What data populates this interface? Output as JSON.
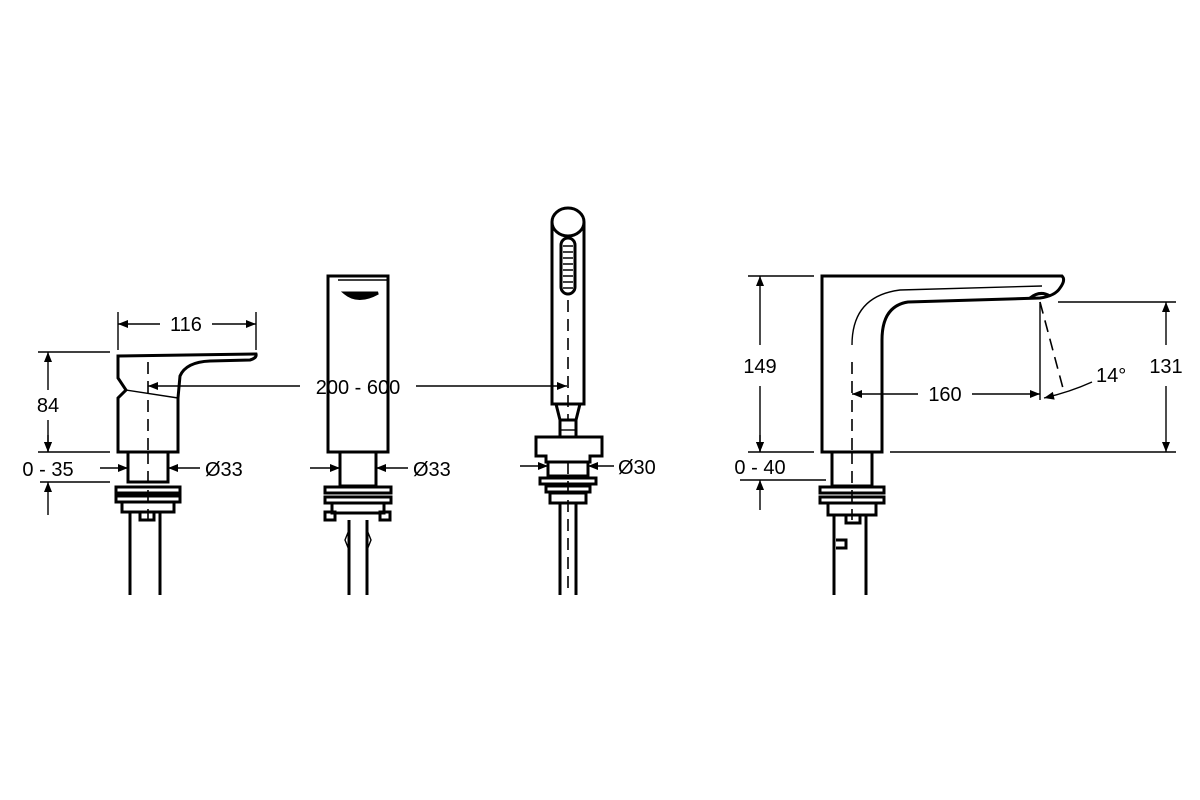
{
  "dimensions": {
    "mixer_width": "116",
    "mixer_height": "84",
    "mixer_deck": "0 - 35",
    "mixer_hole": "Ø33",
    "spacing": "200 - 600",
    "diverter_hole": "Ø33",
    "shower_hole": "Ø30",
    "spout_height": "149",
    "spout_reach": "160",
    "spout_angle": "14°",
    "spout_outlet_height": "131",
    "spout_deck": "0 - 40"
  }
}
